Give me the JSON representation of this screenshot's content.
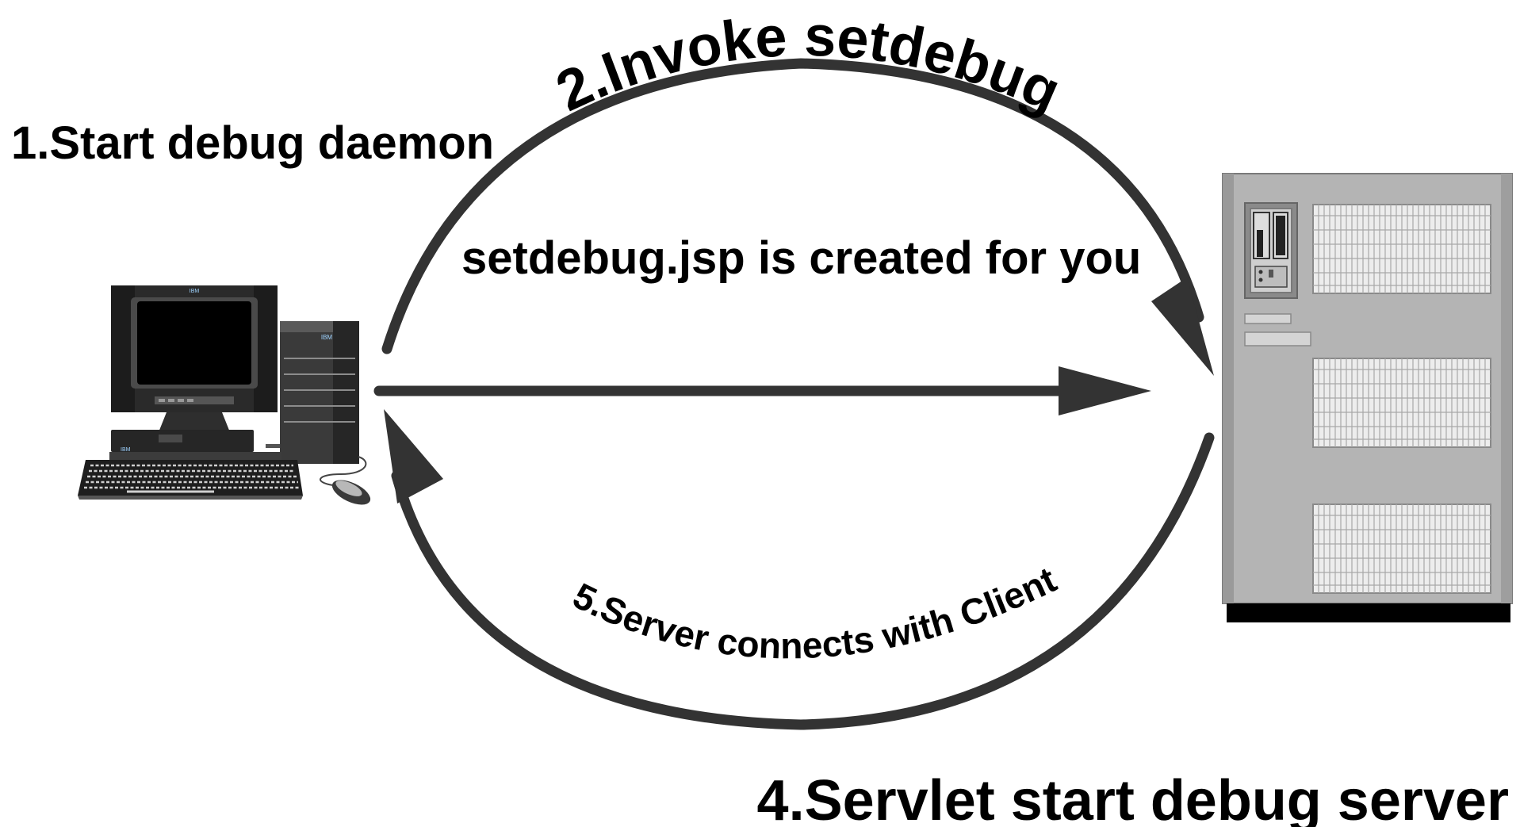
{
  "steps": {
    "step1": "1.Start debug daemon",
    "step2": "2.Invoke setdebug",
    "step3": "setdebug.jsp is created for you",
    "step4": "4.Servlet start debug server",
    "step5": "5.Server connects with Client"
  },
  "computer": {
    "monitor_brand": "IBM",
    "tower_brand": "IBM",
    "base_brand": "IBM"
  },
  "colors": {
    "arrow": "#333333",
    "text": "#000000",
    "server_body": "#b4b4b4"
  }
}
